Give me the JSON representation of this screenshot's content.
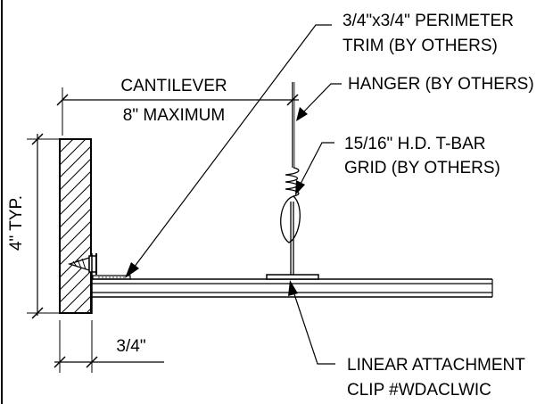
{
  "labels": {
    "perimeter_trim_1": "3/4\"x3/4\" PERIMETER",
    "perimeter_trim_2": "TRIM (BY OTHERS)",
    "hanger": "HANGER (BY OTHERS)",
    "tbar_1": "15/16\" H.D. T-BAR",
    "tbar_2": "GRID (BY OTHERS)",
    "clip_1": "LINEAR ATTACHMENT",
    "clip_2": "CLIP #WDACLWIC"
  },
  "dimensions": {
    "cantilever_1": "CANTILEVER",
    "cantilever_2": "8\" MAXIMUM",
    "height": "4\" TYP.",
    "trim_width": "3/4\""
  }
}
